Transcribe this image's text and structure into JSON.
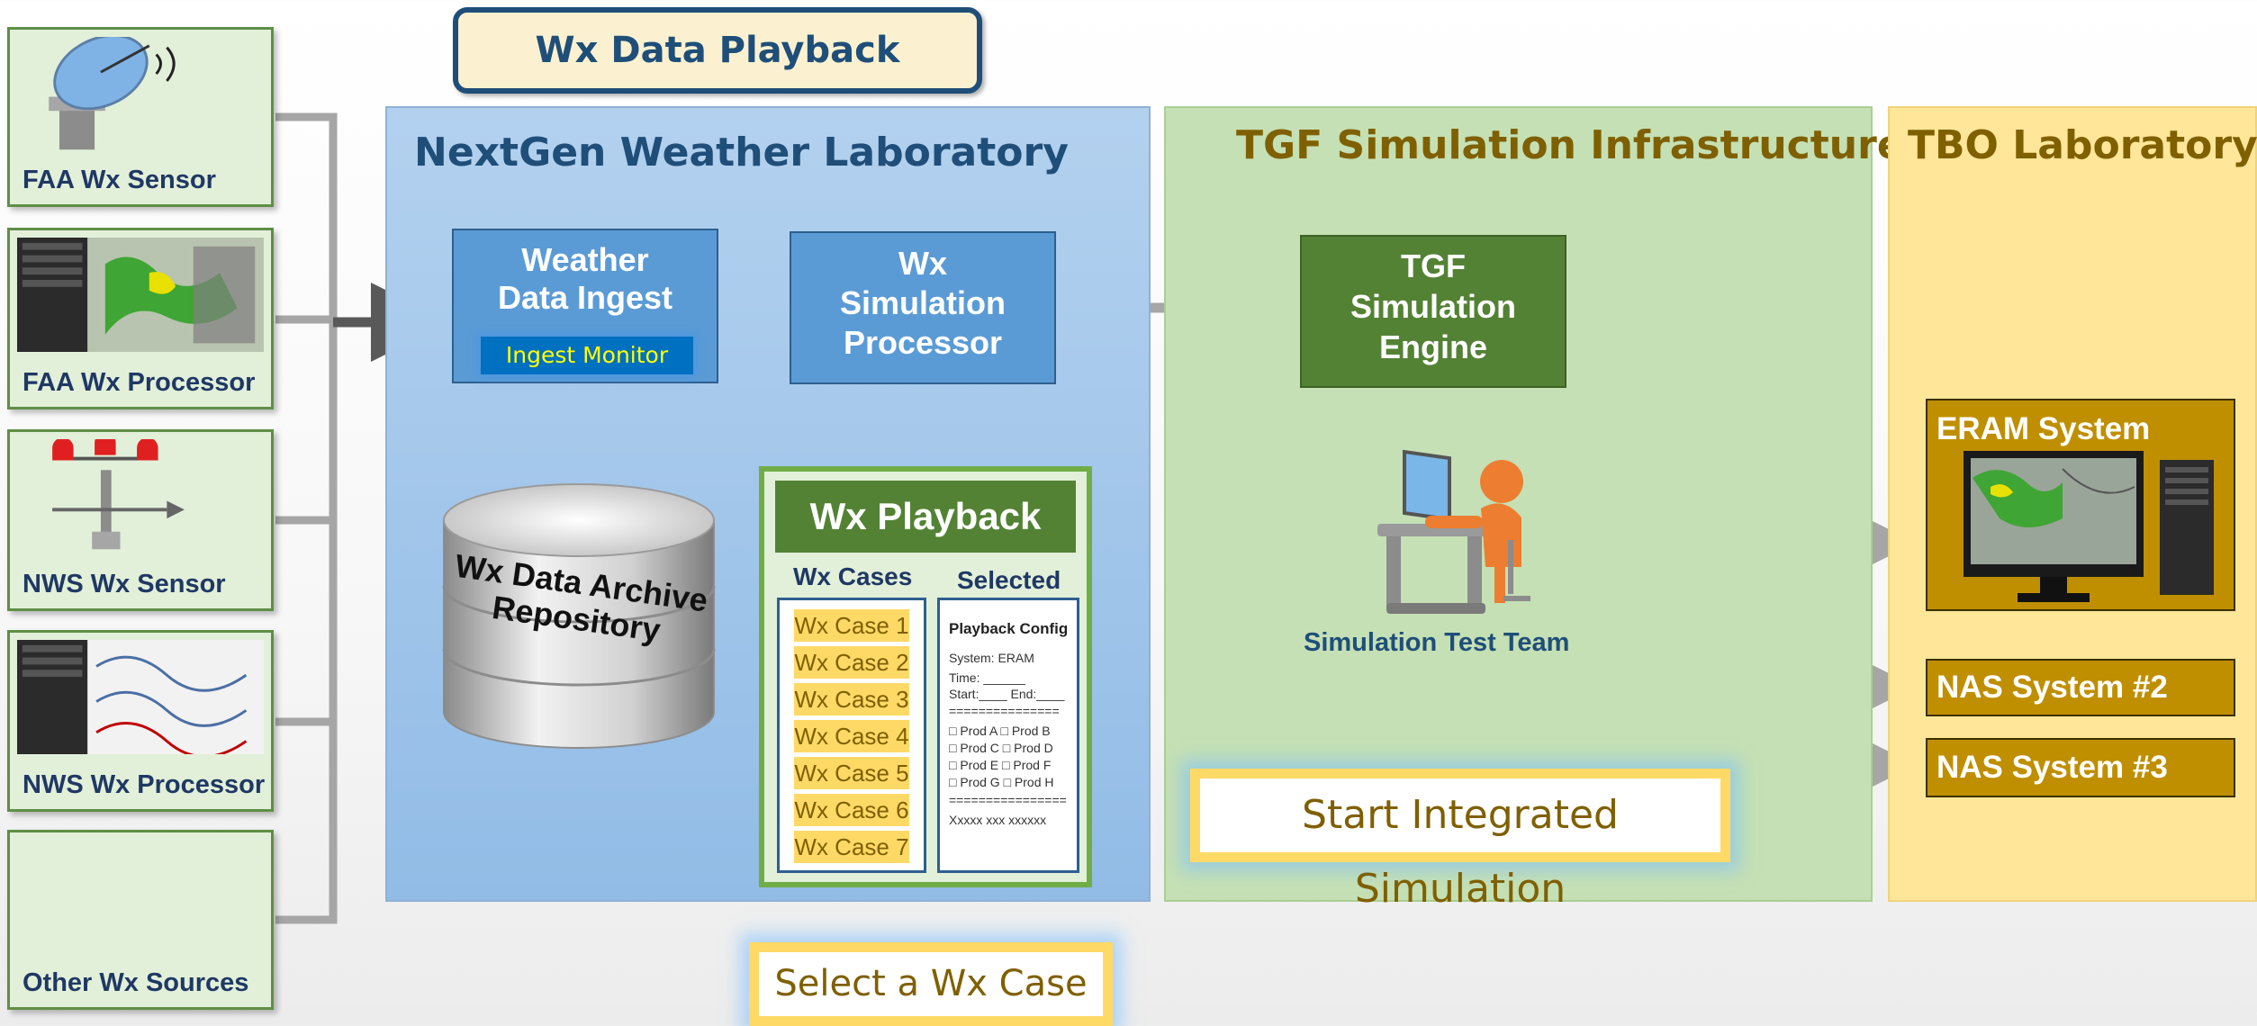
{
  "header": {
    "title": "Wx Data Playback"
  },
  "sources": [
    {
      "label": "FAA Wx Sensor"
    },
    {
      "label": "FAA Wx Processor"
    },
    {
      "label": "NWS Wx Sensor"
    },
    {
      "label": "NWS Wx Processor"
    },
    {
      "label": "Other Wx  Sources"
    }
  ],
  "labs": {
    "nextgen": "NextGen Weather Laboratory",
    "tgf": "TGF Simulation Infrastructure",
    "tbo": "TBO Laboratory"
  },
  "nodes": {
    "ingest_line1": "Weather",
    "ingest_line2": "Data Ingest",
    "ingest_monitor": "Ingest Monitor",
    "wxsim_line1": "Wx",
    "wxsim_line2": "Simulation",
    "wxsim_line3": "Processor",
    "archive_line1": "Wx Data Archive",
    "archive_line2": "Repository",
    "tgf_line1": "TGF",
    "tgf_line2": "Simulation",
    "tgf_line3": "Engine",
    "test_team": "Simulation Test Team",
    "eram": "ERAM System",
    "nas2": "NAS System #2",
    "nas3": "NAS System #3"
  },
  "playback": {
    "title": "Wx Playback",
    "cases_header": "Wx Cases",
    "selected_header": "Selected",
    "cases": [
      "Wx Case 1",
      "Wx Case 2",
      "Wx Case 3",
      "Wx Case 4",
      "Wx Case 5",
      "Wx Case 6",
      "Wx Case 7"
    ],
    "config": {
      "title": "Playback Config",
      "lines": [
        "System: ERAM",
        "Time: ______",
        "Start:____ End:____",
        "===============",
        "□ Prod A    □ Prod B",
        "□ Prod C    □ Prod D",
        "□ Prod E    □ Prod F",
        "□ Prod G    □ Prod H",
        "================",
        "Xxxxx xxx  xxxxxx"
      ]
    }
  },
  "callouts": {
    "start_sim": "Start Integrated Simulation",
    "select_case": "Select a Wx Case"
  },
  "colors": {
    "nextgen_panel": "#9dc3e6",
    "tgf_panel": "#c5e0b4",
    "tbo_panel": "#ffe699",
    "title_blue": "#1f4e79",
    "title_olive": "#7f6000",
    "callout_gold": "#ffd966"
  }
}
